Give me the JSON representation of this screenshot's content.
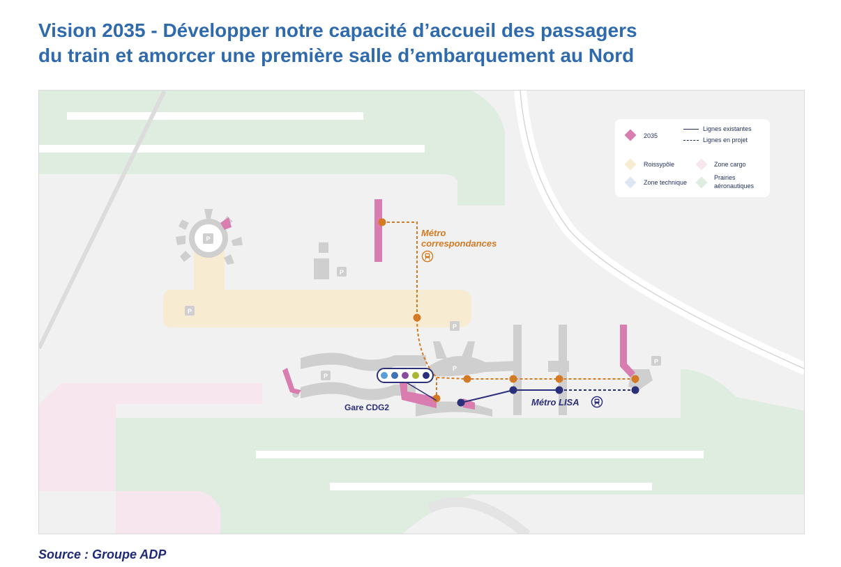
{
  "title": {
    "line1": "Vision 2035 - Développer notre capacité d’accueil des passagers",
    "line2": "du train et amorcer une première salle d’embarquement au Nord"
  },
  "source": "Source : Groupe ADP",
  "legend": {
    "item_2035": "2035",
    "existing_lines": "Lignes existantes",
    "planned_lines": "Lignes en projet",
    "roissypole": "Roissypôle",
    "zone_cargo": "Zone cargo",
    "zone_technique": "Zone technique",
    "prairies_line1": "Prairies",
    "prairies_line2": "aéronautiques"
  },
  "map": {
    "parking_label": "P",
    "metro_correspondances_line1": "Métro",
    "metro_correspondances_line2": "correspondances",
    "gare_label": "Gare CDG2",
    "metro_lisa": "Métro LISA"
  },
  "colors": {
    "title": "#2f6aad",
    "source": "#1e2a78",
    "pink_2035": "#d97cb0",
    "roissypole": "#f7ebd2",
    "zone_cargo": "#f8e6ef",
    "zone_technique": "#dde7f4",
    "prairies": "#dfece0",
    "metro_orange": "#d47a24",
    "metro_lisa_navy": "#2c2f7a",
    "buildings_grey": "#cfcfcf",
    "rer_dots": [
      "#5aa0d8",
      "#3f73b8",
      "#8a4a9e",
      "#a8b832",
      "#2c2f7a"
    ]
  },
  "icons": [
    "diamond-2035-icon",
    "train-icon",
    "parking-icon"
  ]
}
